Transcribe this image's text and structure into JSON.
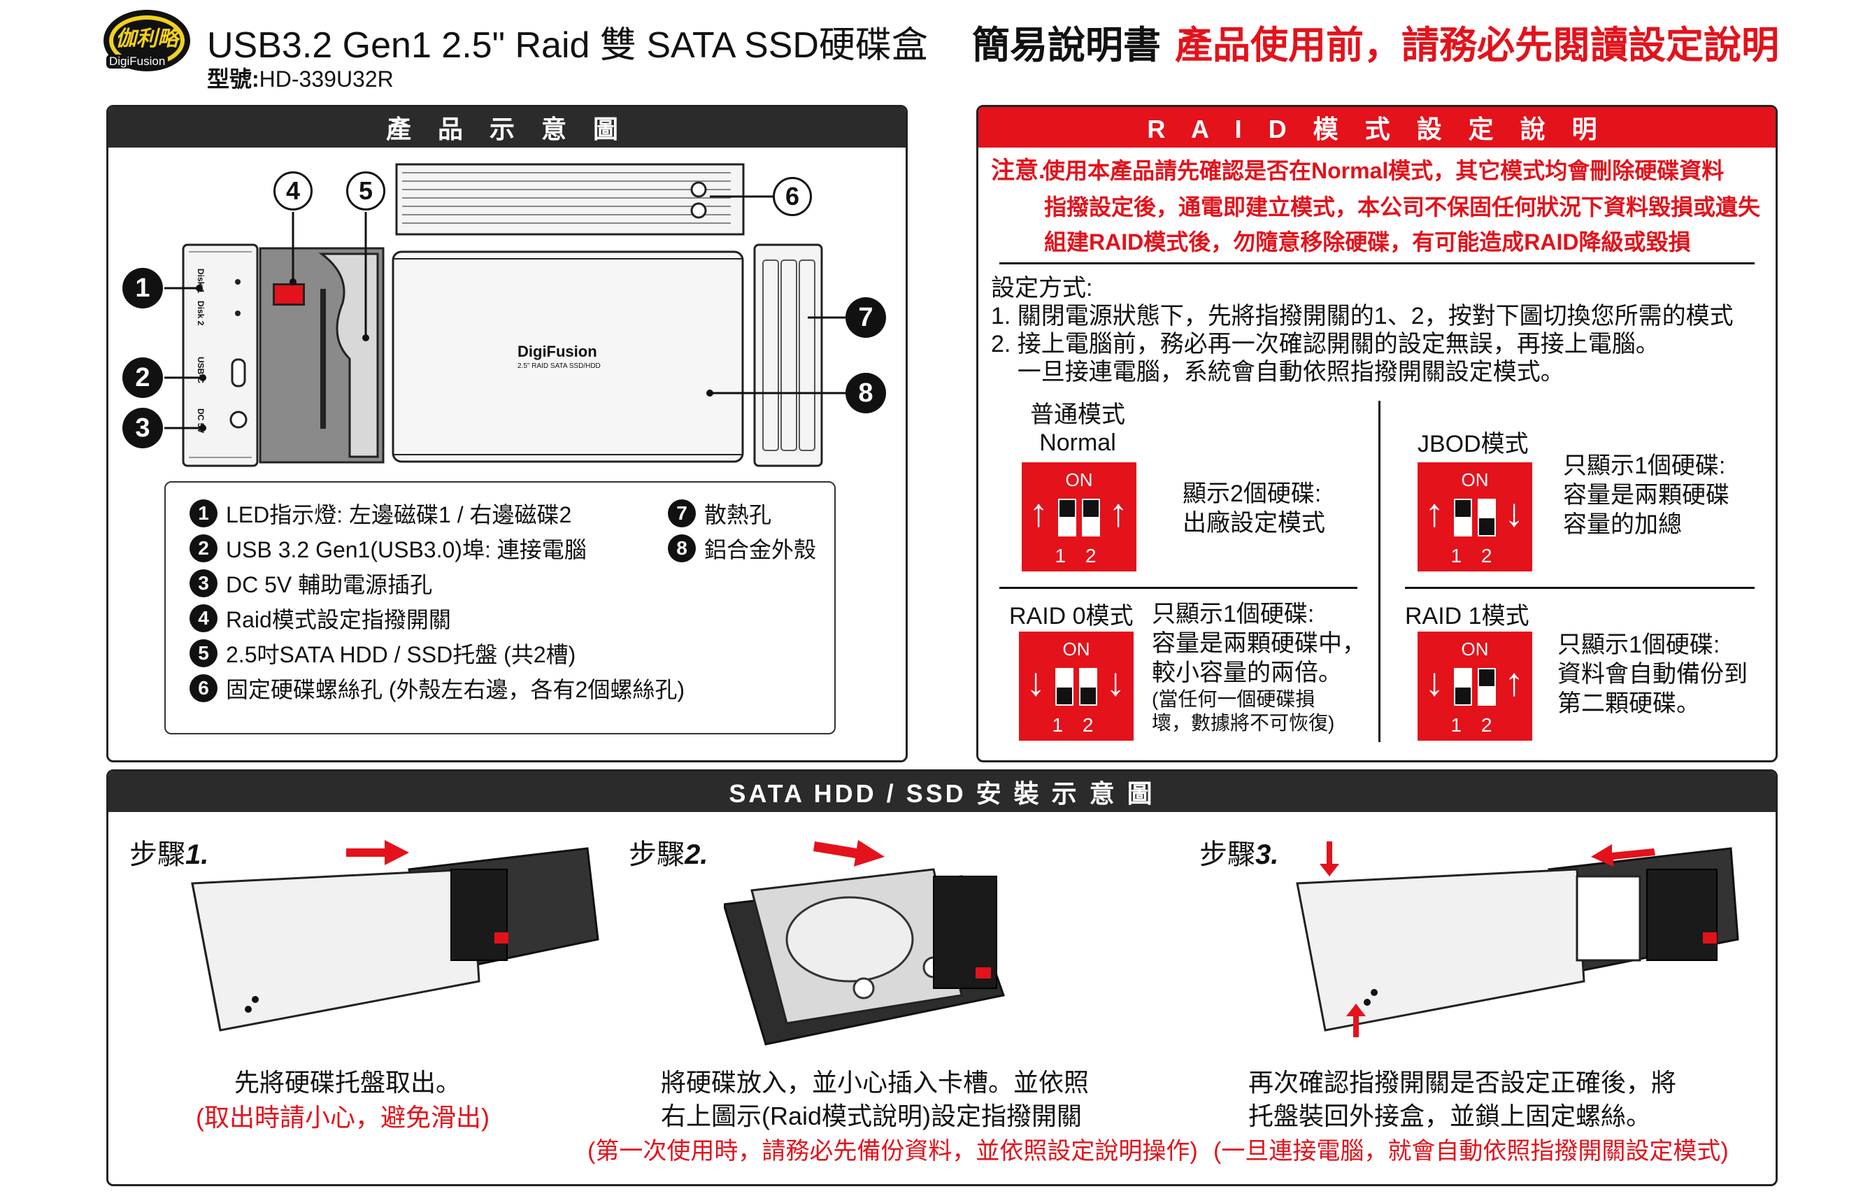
{
  "header": {
    "logo_text": "伽利略",
    "logo_sub": "DigiFusion",
    "title": "USB3.2 Gen1 2.5\" Raid 雙 SATA SSD硬碟盒",
    "model_label": "型號:",
    "model": "HD-339U32R",
    "manual_title": "簡易說明書",
    "warning_title": "產品使用前，請務必先閱讀設定說明"
  },
  "product_panel": {
    "title": "產 品 示 意 圖",
    "brand_on_case": "DigiFusion",
    "case_subtext": "2.5\" RAID SATA SSD/HDD",
    "port_labels": [
      "Disk 1",
      "Disk 2",
      "USB-C",
      "DC 5V"
    ],
    "callouts": [
      "1",
      "2",
      "3",
      "4",
      "5",
      "6",
      "7",
      "8"
    ],
    "legend": [
      {
        "num": "1",
        "text": "LED指示燈: 左邊磁碟1 / 右邊磁碟2"
      },
      {
        "num": "2",
        "text": "USB 3.2 Gen1(USB3.0)埠: 連接電腦"
      },
      {
        "num": "3",
        "text": "DC 5V 輔助電源插孔"
      },
      {
        "num": "4",
        "text": "Raid模式設定指撥開關"
      },
      {
        "num": "5",
        "text": "2.5吋SATA HDD / SSD托盤 (共2槽)"
      },
      {
        "num": "6",
        "text": "固定硬碟螺絲孔 (外殼左右邊，各有2個螺絲孔)"
      },
      {
        "num": "7",
        "text": "散熱孔"
      },
      {
        "num": "8",
        "text": "鋁合金外殼"
      }
    ]
  },
  "raid_panel": {
    "title": "R A I D 模 式 設 定 說 明",
    "notice_prefix": "注意.",
    "notices": [
      "使用本產品請先確認是否在Normal模式，其它模式均會刪除硬碟資料",
      "指撥設定後，通電即建立模式，本公司不保固任何狀況下資料毀損或遺失",
      "組建RAID模式後，勿隨意移除硬碟，有可能造成RAID降級或毀損"
    ],
    "setup_title": "設定方式:",
    "setup_lines": [
      "1. 關閉電源狀態下，先將指撥開關的1、2，按對下圖切換您所需的模式",
      "2. 接上電腦前，務必再一次確認開關的設定無誤，再接上電腦。",
      "    一旦接連電腦，系統會自動依照指撥開關設定模式。"
    ],
    "dip_on": "ON",
    "dip_nums": "1 2",
    "modes": [
      {
        "title_line1": "普通模式",
        "title_line2": "Normal",
        "desc": [
          "顯示2個硬碟:",
          "出廠設定模式"
        ]
      },
      {
        "title_line1": "JBOD模式",
        "desc": [
          "只顯示1個硬碟:",
          "容量是兩顆硬碟",
          "容量的加總"
        ]
      },
      {
        "title_line1": "RAID 0模式",
        "desc": [
          "只顯示1個硬碟:",
          "容量是兩顆硬碟中，",
          "較小容量的兩倍。",
          "(當任何一個硬碟損",
          "壞，數據將不可恢復)"
        ]
      },
      {
        "title_line1": "RAID 1模式",
        "desc": [
          "只顯示1個硬碟:",
          "資料會自動備份到",
          "第二顆硬碟。"
        ]
      }
    ]
  },
  "install_panel": {
    "title": "SATA HDD / SSD 安 裝 示 意 圖",
    "steps": [
      {
        "label": "步驟",
        "num": "1.",
        "caption": [
          "先將硬碟托盤取出。"
        ],
        "note": "(取出時請小心，避免滑出)"
      },
      {
        "label": "步驟",
        "num": "2.",
        "caption": [
          "將硬碟放入，並小心插入卡槽。並依照",
          "右上圖示(Raid模式說明)設定指撥開關"
        ],
        "note": "(第一次使用時，請務必先備份資料，並依照設定說明操作)"
      },
      {
        "label": "步驟",
        "num": "3.",
        "caption": [
          "再次確認指撥開關是否設定正確後，將",
          "托盤裝回外接盒，並鎖上固定螺絲。"
        ],
        "note": "(一旦連接電腦，就會自動依照指撥開關設定模式)"
      }
    ]
  },
  "colors": {
    "accent": "#e3121b",
    "dark": "#2b2b2b"
  }
}
